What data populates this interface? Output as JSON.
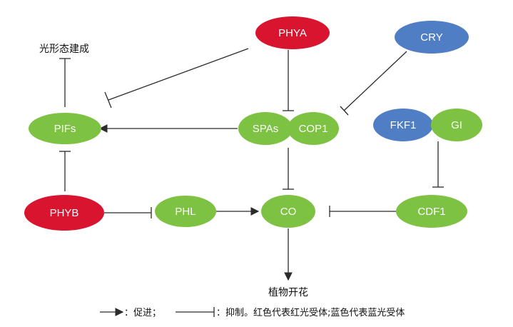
{
  "colors": {
    "red": "#d9142e",
    "blue": "#4f7ec4",
    "green": "#7dc242",
    "line": "#2b2b2b"
  },
  "nodes": {
    "phya": {
      "label": "PHYA",
      "color": "red"
    },
    "cry": {
      "label": "CRY",
      "color": "blue"
    },
    "pifs": {
      "label": "PIFs",
      "color": "green"
    },
    "spas": {
      "label": "SPAs",
      "color": "green"
    },
    "cop1": {
      "label": "COP1",
      "color": "green"
    },
    "fkf1": {
      "label": "FKF1",
      "color": "blue"
    },
    "gi": {
      "label": "GI",
      "color": "green"
    },
    "phyb": {
      "label": "PHYB",
      "color": "red"
    },
    "phl": {
      "label": "PHL",
      "color": "green"
    },
    "co": {
      "label": "CO",
      "color": "green"
    },
    "cdf1": {
      "label": "CDF1",
      "color": "green"
    }
  },
  "texts": {
    "photomorphogenesis": "光形态建成",
    "flowering": "植物开花"
  },
  "legend": {
    "promote": "：促进；",
    "inhibit": "：抑制。红色代表红光受体;蓝色代表蓝光受体"
  },
  "edges": [
    {
      "from": "phya",
      "to": "pifs",
      "type": "inhibit"
    },
    {
      "from": "phya",
      "to": "spas-cop1",
      "type": "inhibit"
    },
    {
      "from": "cry",
      "to": "spas-cop1",
      "type": "inhibit"
    },
    {
      "from": "spas-cop1",
      "to": "pifs",
      "type": "promote"
    },
    {
      "from": "pifs",
      "to": "光形态建成",
      "type": "inhibit"
    },
    {
      "from": "phyb",
      "to": "pifs",
      "type": "inhibit"
    },
    {
      "from": "phyb",
      "to": "phl",
      "type": "inhibit"
    },
    {
      "from": "phl",
      "to": "co",
      "type": "promote"
    },
    {
      "from": "spas-cop1",
      "to": "co",
      "type": "inhibit"
    },
    {
      "from": "cdf1",
      "to": "co",
      "type": "inhibit"
    },
    {
      "from": "fkf1-gi",
      "to": "cdf1",
      "type": "inhibit"
    },
    {
      "from": "co",
      "to": "植物开花",
      "type": "promote"
    }
  ]
}
